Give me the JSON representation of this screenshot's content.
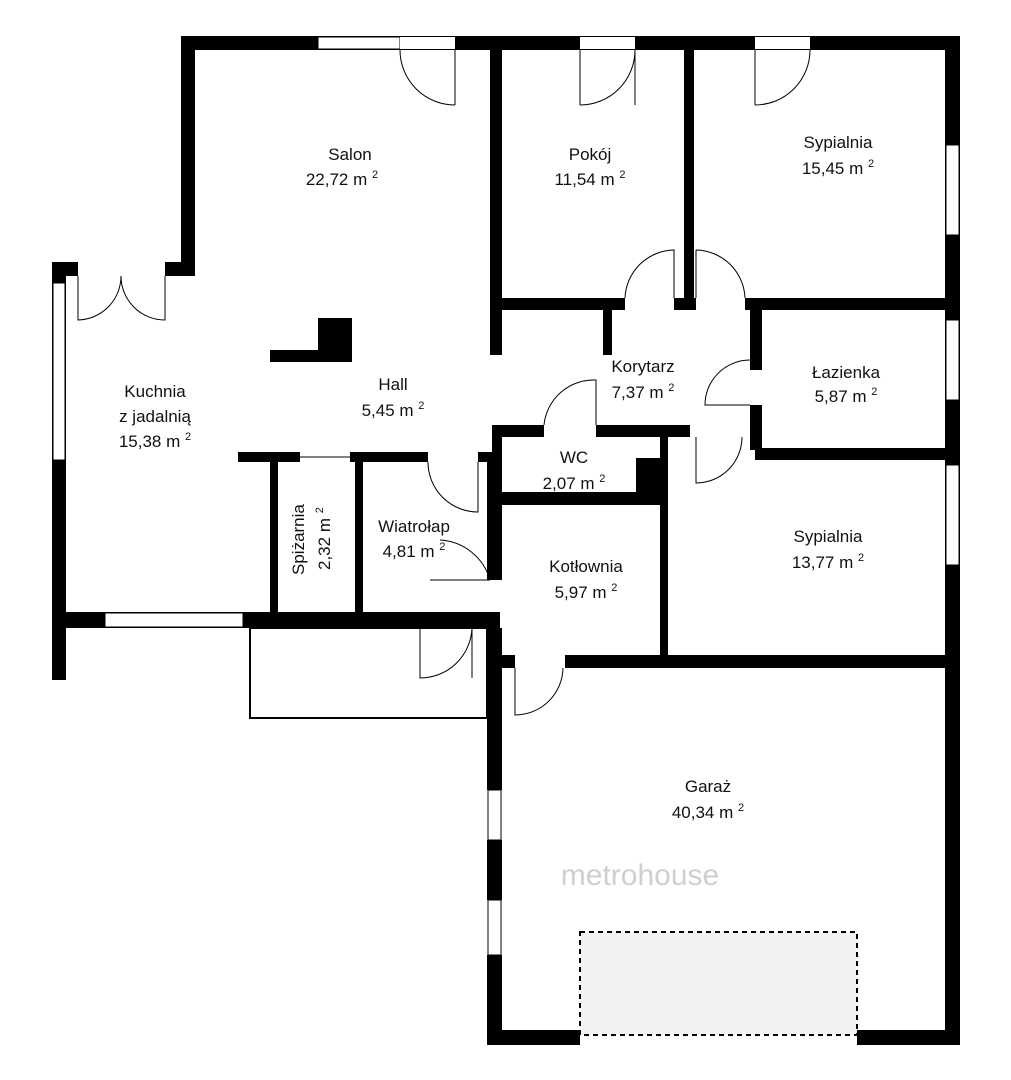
{
  "plan": {
    "unit": "m",
    "rooms": [
      {
        "name": "Salon",
        "area": "22,72"
      },
      {
        "name": "Pokój",
        "area": "11,54"
      },
      {
        "name": "Sypialnia",
        "area": "15,45"
      },
      {
        "name": "Kuchnia",
        "name2": "z jadalnią",
        "area": "15,38"
      },
      {
        "name": "Hall",
        "area": "5,45"
      },
      {
        "name": "Korytarz",
        "area": "7,37"
      },
      {
        "name": "Łazienka",
        "area": "5,87"
      },
      {
        "name": "WC",
        "area": "2,07"
      },
      {
        "name": "Spiżarnia",
        "area": "2,32"
      },
      {
        "name": "Wiatrołap",
        "area": "4,81"
      },
      {
        "name": "Kotłownia",
        "area": "5,97"
      },
      {
        "name": "Sypialnia",
        "area": "13,77"
      },
      {
        "name": "Garaż",
        "area": "40,34"
      }
    ],
    "watermark": "metrohouse",
    "colors": {
      "wall": "#000000",
      "garage_door": "#f2f2f2"
    }
  }
}
